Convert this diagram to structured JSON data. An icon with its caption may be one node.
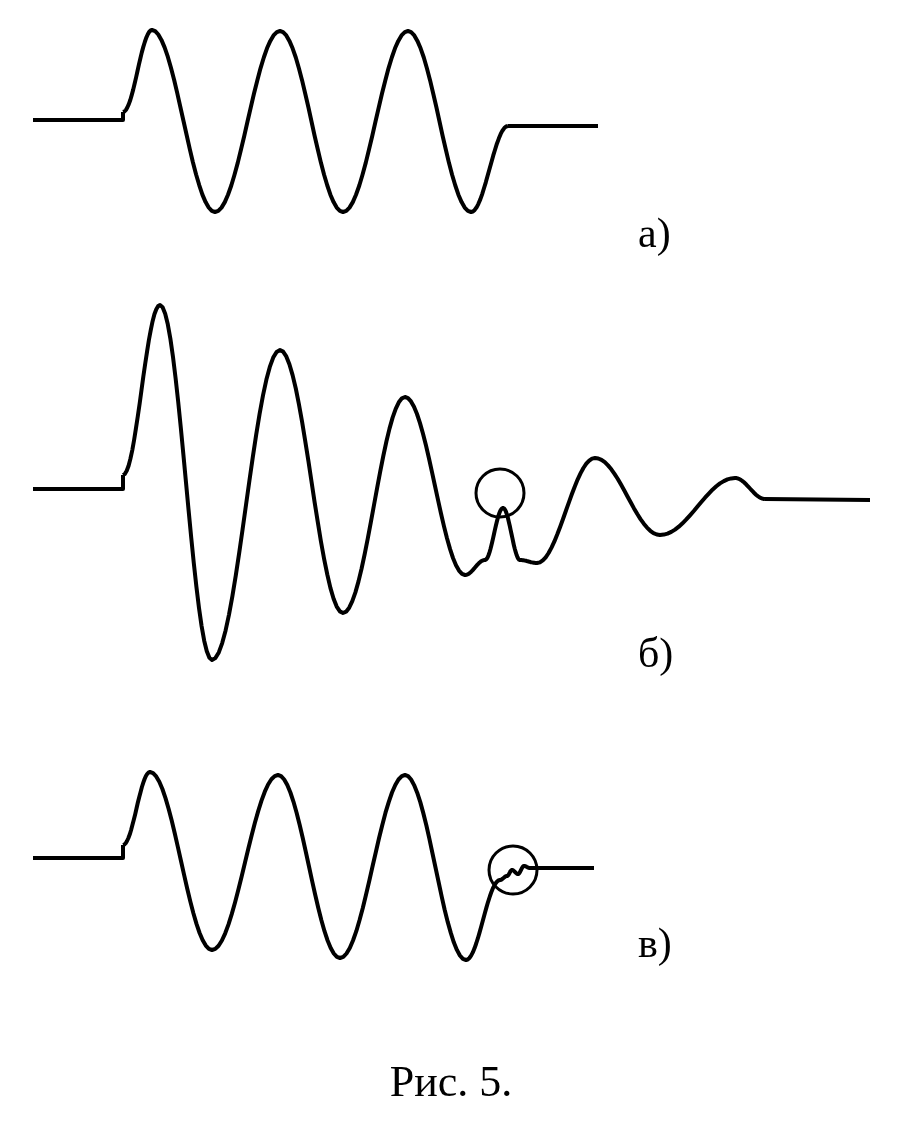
{
  "diagram": {
    "caption": "Рис. 5.",
    "labels": [
      "а)",
      "б)",
      "в)"
    ]
  }
}
